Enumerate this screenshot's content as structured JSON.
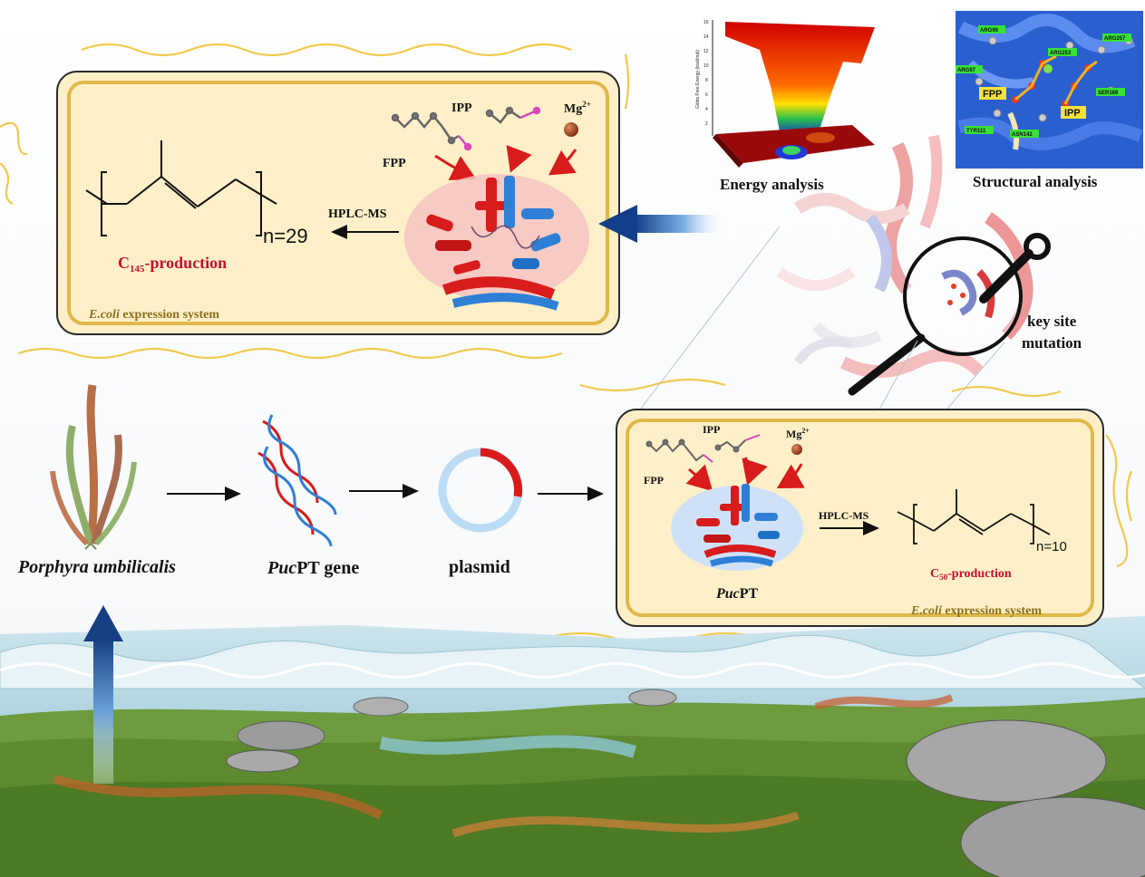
{
  "top_box": {
    "product_prefix": "C",
    "product_sub": "145",
    "product_suffix": "-production",
    "repeat": "n=29",
    "method": "HPLC-MS",
    "system_italic": "E.coli",
    "system_rest": " expression system",
    "substrate1": "FPP",
    "substrate2": "IPP",
    "cofactor_base": "Mg",
    "cofactor_sup": "2+"
  },
  "analysis": {
    "energy_label": "Energy analysis",
    "structural_label": "Structural analysis",
    "energy_axis": "Gibbs Free Energy (kcal/mol)",
    "energy_ticks": [
      "16",
      "14",
      "12",
      "10",
      "8",
      "6",
      "4",
      "2"
    ],
    "residues": [
      "ARG98",
      "ARG257",
      "ARG253",
      "ARG97",
      "SER189",
      "TYR111",
      "ASN142"
    ],
    "fpp_tag": "FPP",
    "ipp_tag": "IPP"
  },
  "mutation": {
    "line1": "key site",
    "line2": "mutation"
  },
  "flow": {
    "organism": "Porphyra umbilicalis",
    "gene_italic": "Puc",
    "gene_rest": "PT gene",
    "plasmid": "plasmid"
  },
  "bottom_box": {
    "substrate1": "FPP",
    "substrate2": "IPP",
    "cofactor_base": "Mg",
    "cofactor_sup": "2+",
    "method": "HPLC-MS",
    "enzyme_italic": "Puc",
    "enzyme_rest": "PT",
    "product_prefix": "C",
    "product_sub": "50",
    "product_suffix": "-production",
    "repeat": "n=10",
    "system_italic": "E.coli",
    "system_rest": " expression system"
  },
  "colors": {
    "box_fill": "#fdf0c8",
    "box_border": "#2b2b2b",
    "accent_red": "#c8102e",
    "enzyme_blue": "#2f7fd6",
    "arrow_blue": "#1f4e96",
    "wave_yellow": "#f2c94c",
    "system_gold": "#8a6d1a"
  }
}
